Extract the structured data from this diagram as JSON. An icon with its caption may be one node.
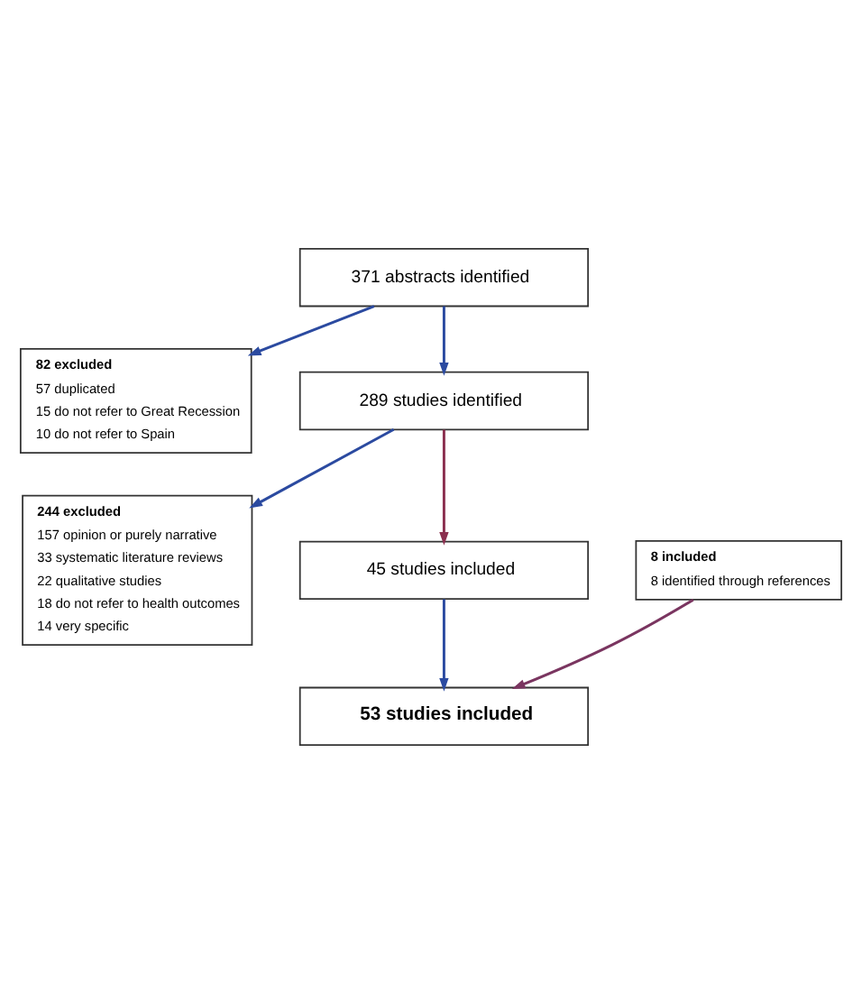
{
  "diagram": {
    "nodes": [
      {
        "text": [
          "371 abstracts identified"
        ]
      },
      {
        "text": [
          "82 excluded",
          "57 duplicated",
          "15 do not refer to Great Recession",
          "10 do not refer to Spain"
        ]
      },
      {
        "text": [
          "289 studies identified"
        ]
      },
      {
        "text": [
          "244 excluded",
          "157 opinion or purely narrative",
          "33 systematic literature reviews",
          "22 qualitative studies",
          "18 do not refer to health outcomes",
          "14 very specific"
        ]
      },
      {
        "text": [
          "45 studies included"
        ]
      },
      {
        "text": [
          "8 included",
          "8 identified through references"
        ]
      },
      {
        "text": [
          "53 studies included"
        ]
      }
    ],
    "edges": [
      {
        "from": 0,
        "to": 2,
        "arrow": "to"
      },
      {
        "from": 0,
        "to": 1,
        "arrow": "to"
      },
      {
        "from": 2,
        "to": 4,
        "arrow": "to",
        "color": "#8b2f4f"
      },
      {
        "from": 2,
        "to": 3,
        "arrow": "to"
      },
      {
        "from": 4,
        "to": 6,
        "arrow": "to"
      },
      {
        "from": 5,
        "to": 6,
        "arrow": "to",
        "color": "#7a3560"
      }
    ]
  }
}
